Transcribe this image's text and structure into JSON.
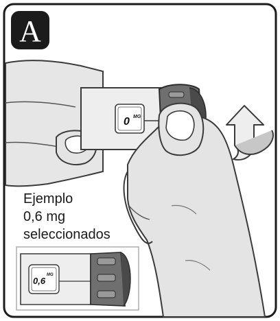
{
  "step": {
    "label": "A"
  },
  "main_pen": {
    "dose_number": "0",
    "dose_unit": "MG"
  },
  "example": {
    "caption_lines": [
      "Ejemplo",
      "0,6 mg",
      "seleccionados"
    ],
    "dose_number": "0,6",
    "dose_unit": "MG"
  },
  "icons": {
    "rotation_arrow": "curved-arrow-icon"
  },
  "colors": {
    "badge": "#1b1b1b",
    "frame": "#1b1b1b",
    "hand": "#e4e4e4",
    "outline": "#3a3a3a",
    "cap": "#6f6f6f",
    "cap_dark": "#4a4a4a"
  }
}
